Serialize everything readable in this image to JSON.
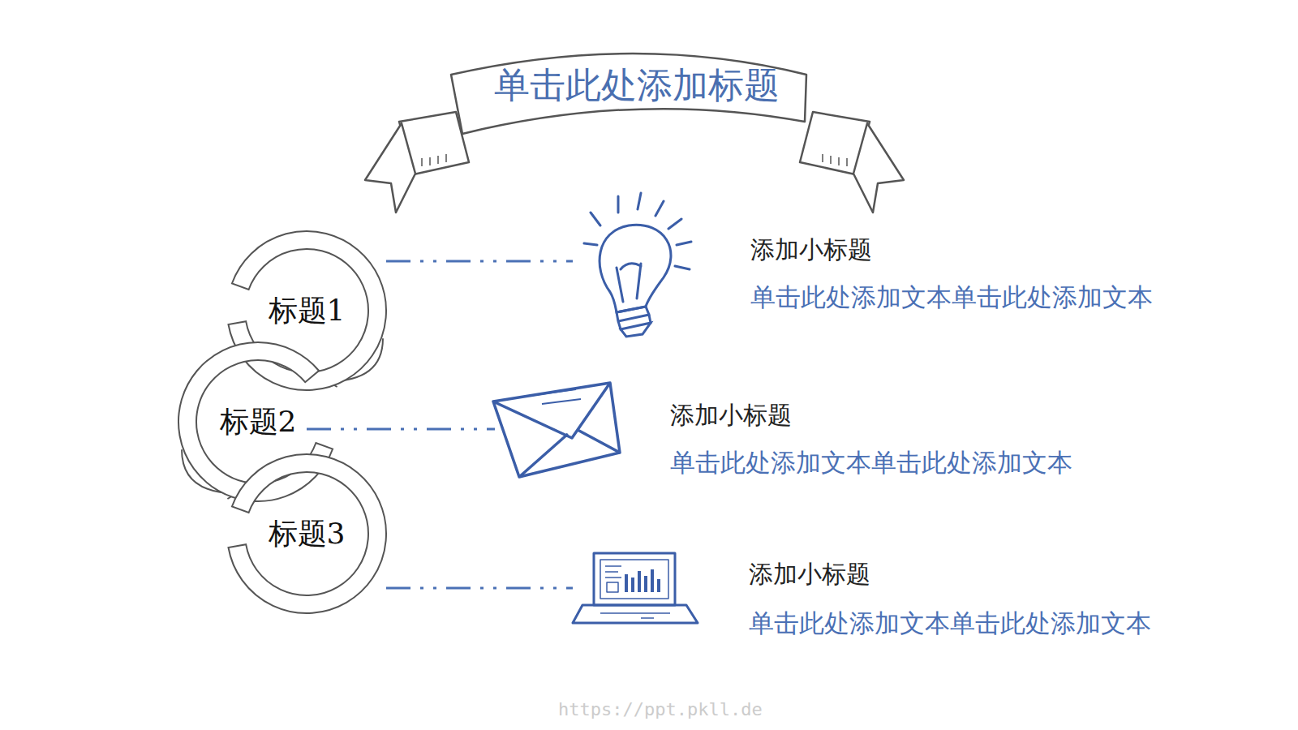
{
  "diagram": {
    "title": "单击此处添加标题",
    "nodes": [
      {
        "text": [
          "标题1"
        ]
      },
      {
        "text": [
          "标题2"
        ]
      },
      {
        "text": [
          "标题3"
        ]
      }
    ],
    "edges": [
      {
        "from": 0,
        "to": 1,
        "arrow": "to"
      },
      {
        "from": 1,
        "to": 2,
        "arrow": "to"
      }
    ],
    "labels": [
      "添加小标题",
      "单击此处添加文本单击此处添加文本",
      "添加小标题",
      "单击此处添加文本单击此处添加文本",
      "添加小标题",
      "单击此处添加文本单击此处添加文本",
      "https://ppt.pkll.de"
    ]
  }
}
